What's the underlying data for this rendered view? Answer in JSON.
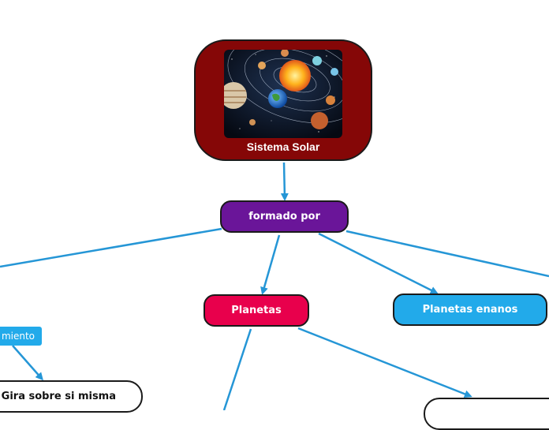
{
  "diagram": {
    "root": {
      "label": "Sistema Solar",
      "image": "solar-system-illustration"
    },
    "nodes": {
      "formado_por": "formado por",
      "planetas": "Planetas",
      "planetas_enanos": "Planetas enanos",
      "gira_sobre_si_misma": "Gira sobre si misma"
    },
    "link_labels": {
      "movimiento": "miento"
    },
    "colors": {
      "root": "#850707",
      "formado_por": "#6a1599",
      "planetas": "#e8004c",
      "planetas_enanos": "#22aaea",
      "connector": "#2596d6"
    }
  }
}
